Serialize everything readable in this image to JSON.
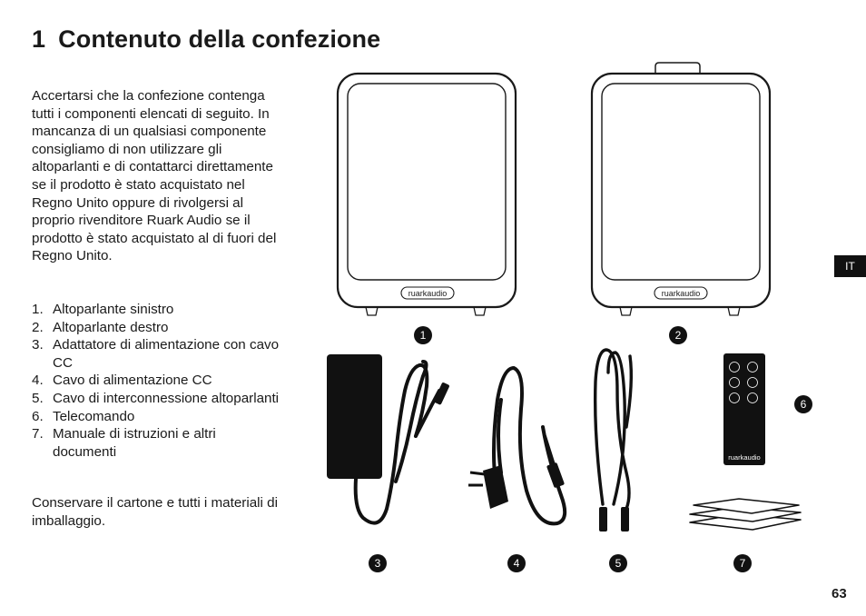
{
  "heading": {
    "number": "1",
    "text": "Contenuto della confezione"
  },
  "intro": "Accertarsi che la confezione contenga tutti i componenti elencati di seguito. In mancanza di un qualsiasi componente consigliamo di non utilizzare gli altoparlanti e di contattarci direttamente se il prodotto è stato acquistato nel Regno Unito oppure di rivolgersi al proprio rivenditore Ruark Audio se il prodotto è stato acquistato al di fuori del Regno Unito.",
  "items": [
    {
      "num": "1.",
      "text": "Altoparlante sinistro"
    },
    {
      "num": "2.",
      "text": "Altoparlante destro"
    },
    {
      "num": "3.",
      "text": "Adattatore di alimentazione con cavo CC"
    },
    {
      "num": "4.",
      "text": "Cavo di alimentazione CC"
    },
    {
      "num": "5.",
      "text": "Cavo di interconnessione altoparlanti"
    },
    {
      "num": "6.",
      "text": "Telecomando"
    },
    {
      "num": "7.",
      "text": "Manuale di istruzioni e altri documenti"
    }
  ],
  "outro": "Conservare il cartone e tutti i materiali di imballaggio.",
  "language_tab": "IT",
  "page_number": "63",
  "figure": {
    "brand_logo": "ruarkaudio",
    "remote_logo": "ruarkaudio",
    "callouts": [
      "1",
      "2",
      "3",
      "4",
      "5",
      "6",
      "7"
    ],
    "icons": [
      "left-speaker",
      "right-speaker",
      "power-adapter",
      "power-cable",
      "interconnect-cable",
      "remote-control",
      "documents"
    ]
  }
}
